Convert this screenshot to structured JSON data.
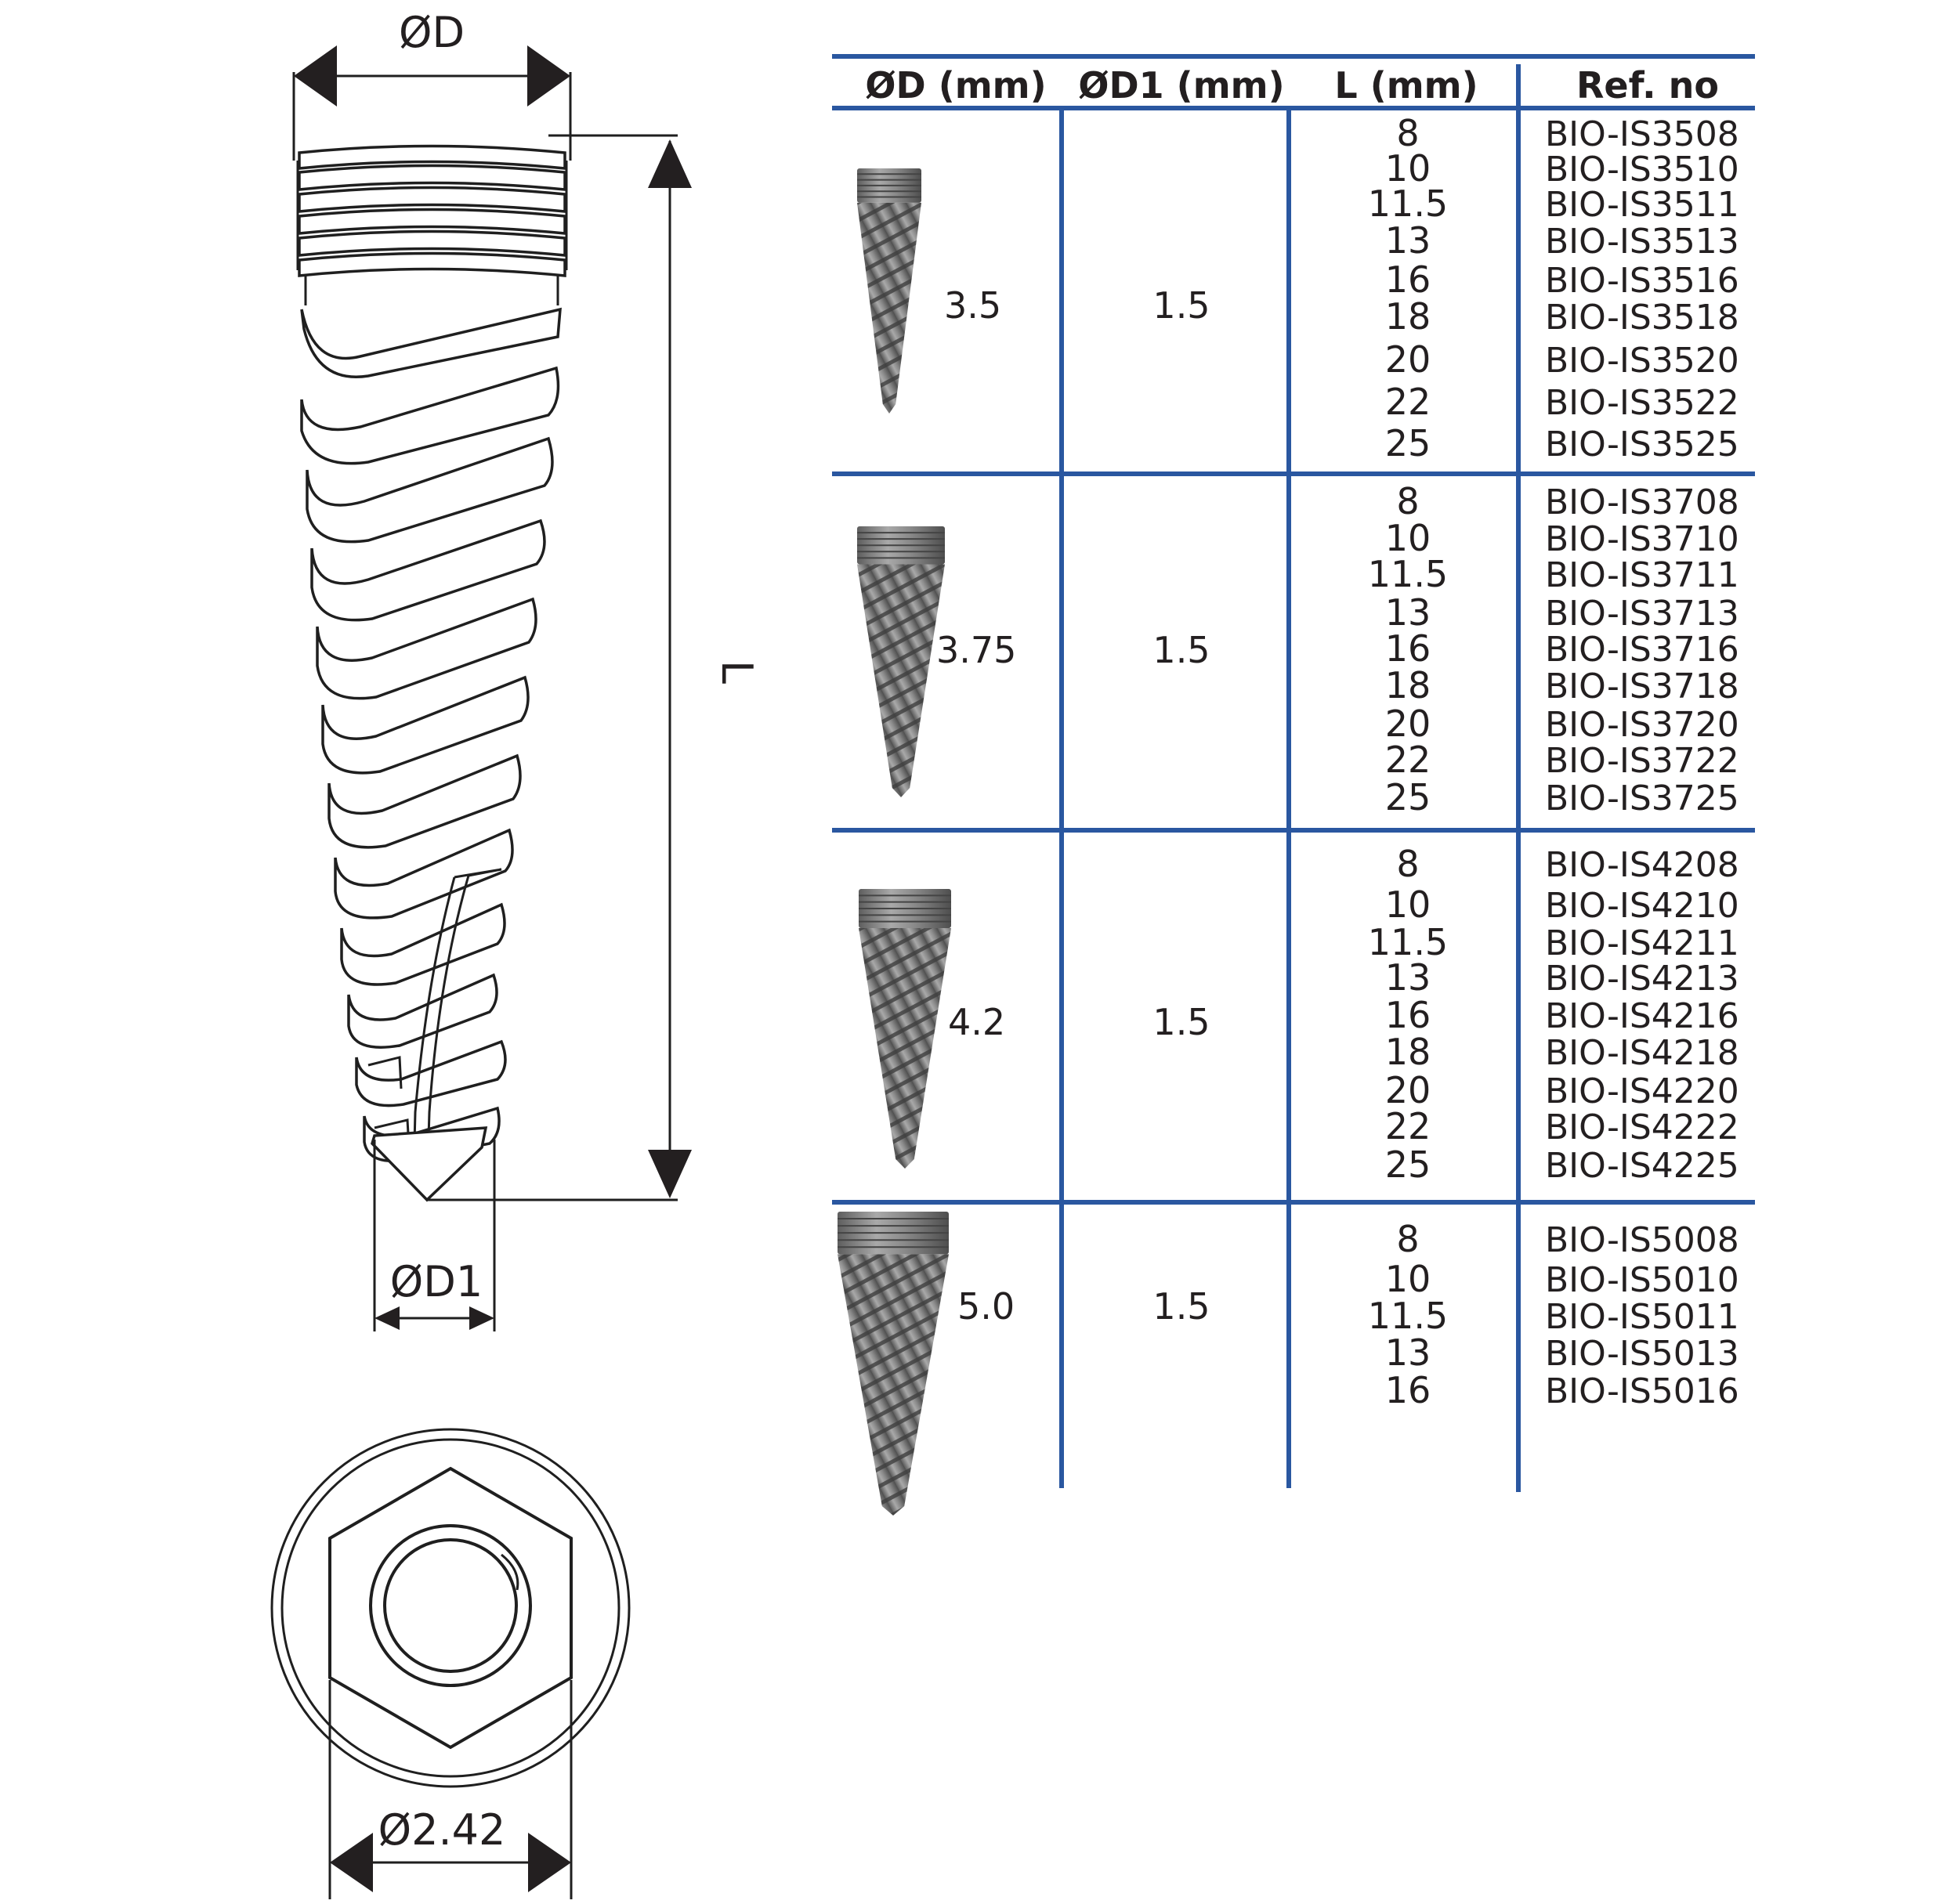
{
  "drawing": {
    "label_diameter": "ØD",
    "label_length": "L",
    "label_tip_diameter": "ØD1",
    "label_hex_diameter": "Ø2.42"
  },
  "colors": {
    "table_rules": "#2a57a0",
    "line_art": "#1f1f1f",
    "implant_gray": "#8e8e8e"
  },
  "table": {
    "headers": [
      "ØD (mm)",
      "ØD1 (mm)",
      "L (mm)",
      "Ref. no"
    ],
    "groups": [
      {
        "diameter": "3.5",
        "d1": "1.5",
        "image": "implant-photo",
        "lengths": [
          "8",
          "10",
          "11.5",
          "13",
          "16",
          "18",
          "20",
          "22",
          "25"
        ],
        "refs": [
          "BIO-IS3508",
          "BIO-IS3510",
          "BIO-IS3511",
          "BIO-IS3513",
          "BIO-IS3516",
          "BIO-IS3518",
          "BIO-IS3520",
          "BIO-IS3522",
          "BIO-IS3525"
        ]
      },
      {
        "diameter": "3.75",
        "d1": "1.5",
        "image": "implant-photo",
        "lengths": [
          "8",
          "10",
          "11.5",
          "13",
          "16",
          "18",
          "20",
          "22",
          "25"
        ],
        "refs": [
          "BIO-IS3708",
          "BIO-IS3710",
          "BIO-IS3711",
          "BIO-IS3713",
          "BIO-IS3716",
          "BIO-IS3718",
          "BIO-IS3720",
          "BIO-IS3722",
          "BIO-IS3725"
        ]
      },
      {
        "diameter": "4.2",
        "d1": "1.5",
        "image": "implant-photo",
        "lengths": [
          "8",
          "10",
          "11.5",
          "13",
          "16",
          "18",
          "20",
          "22",
          "25"
        ],
        "refs": [
          "BIO-IS4208",
          "BIO-IS4210",
          "BIO-IS4211",
          "BIO-IS4213",
          "BIO-IS4216",
          "BIO-IS4218",
          "BIO-IS4220",
          "BIO-IS4222",
          "BIO-IS4225"
        ]
      },
      {
        "diameter": "5.0",
        "d1": "1.5",
        "image": "implant-photo",
        "lengths": [
          "8",
          "10",
          "11.5",
          "13",
          "16"
        ],
        "refs": [
          "BIO-IS5008",
          "BIO-IS5010",
          "BIO-IS5011",
          "BIO-IS5013",
          "BIO-IS5016"
        ]
      }
    ]
  }
}
